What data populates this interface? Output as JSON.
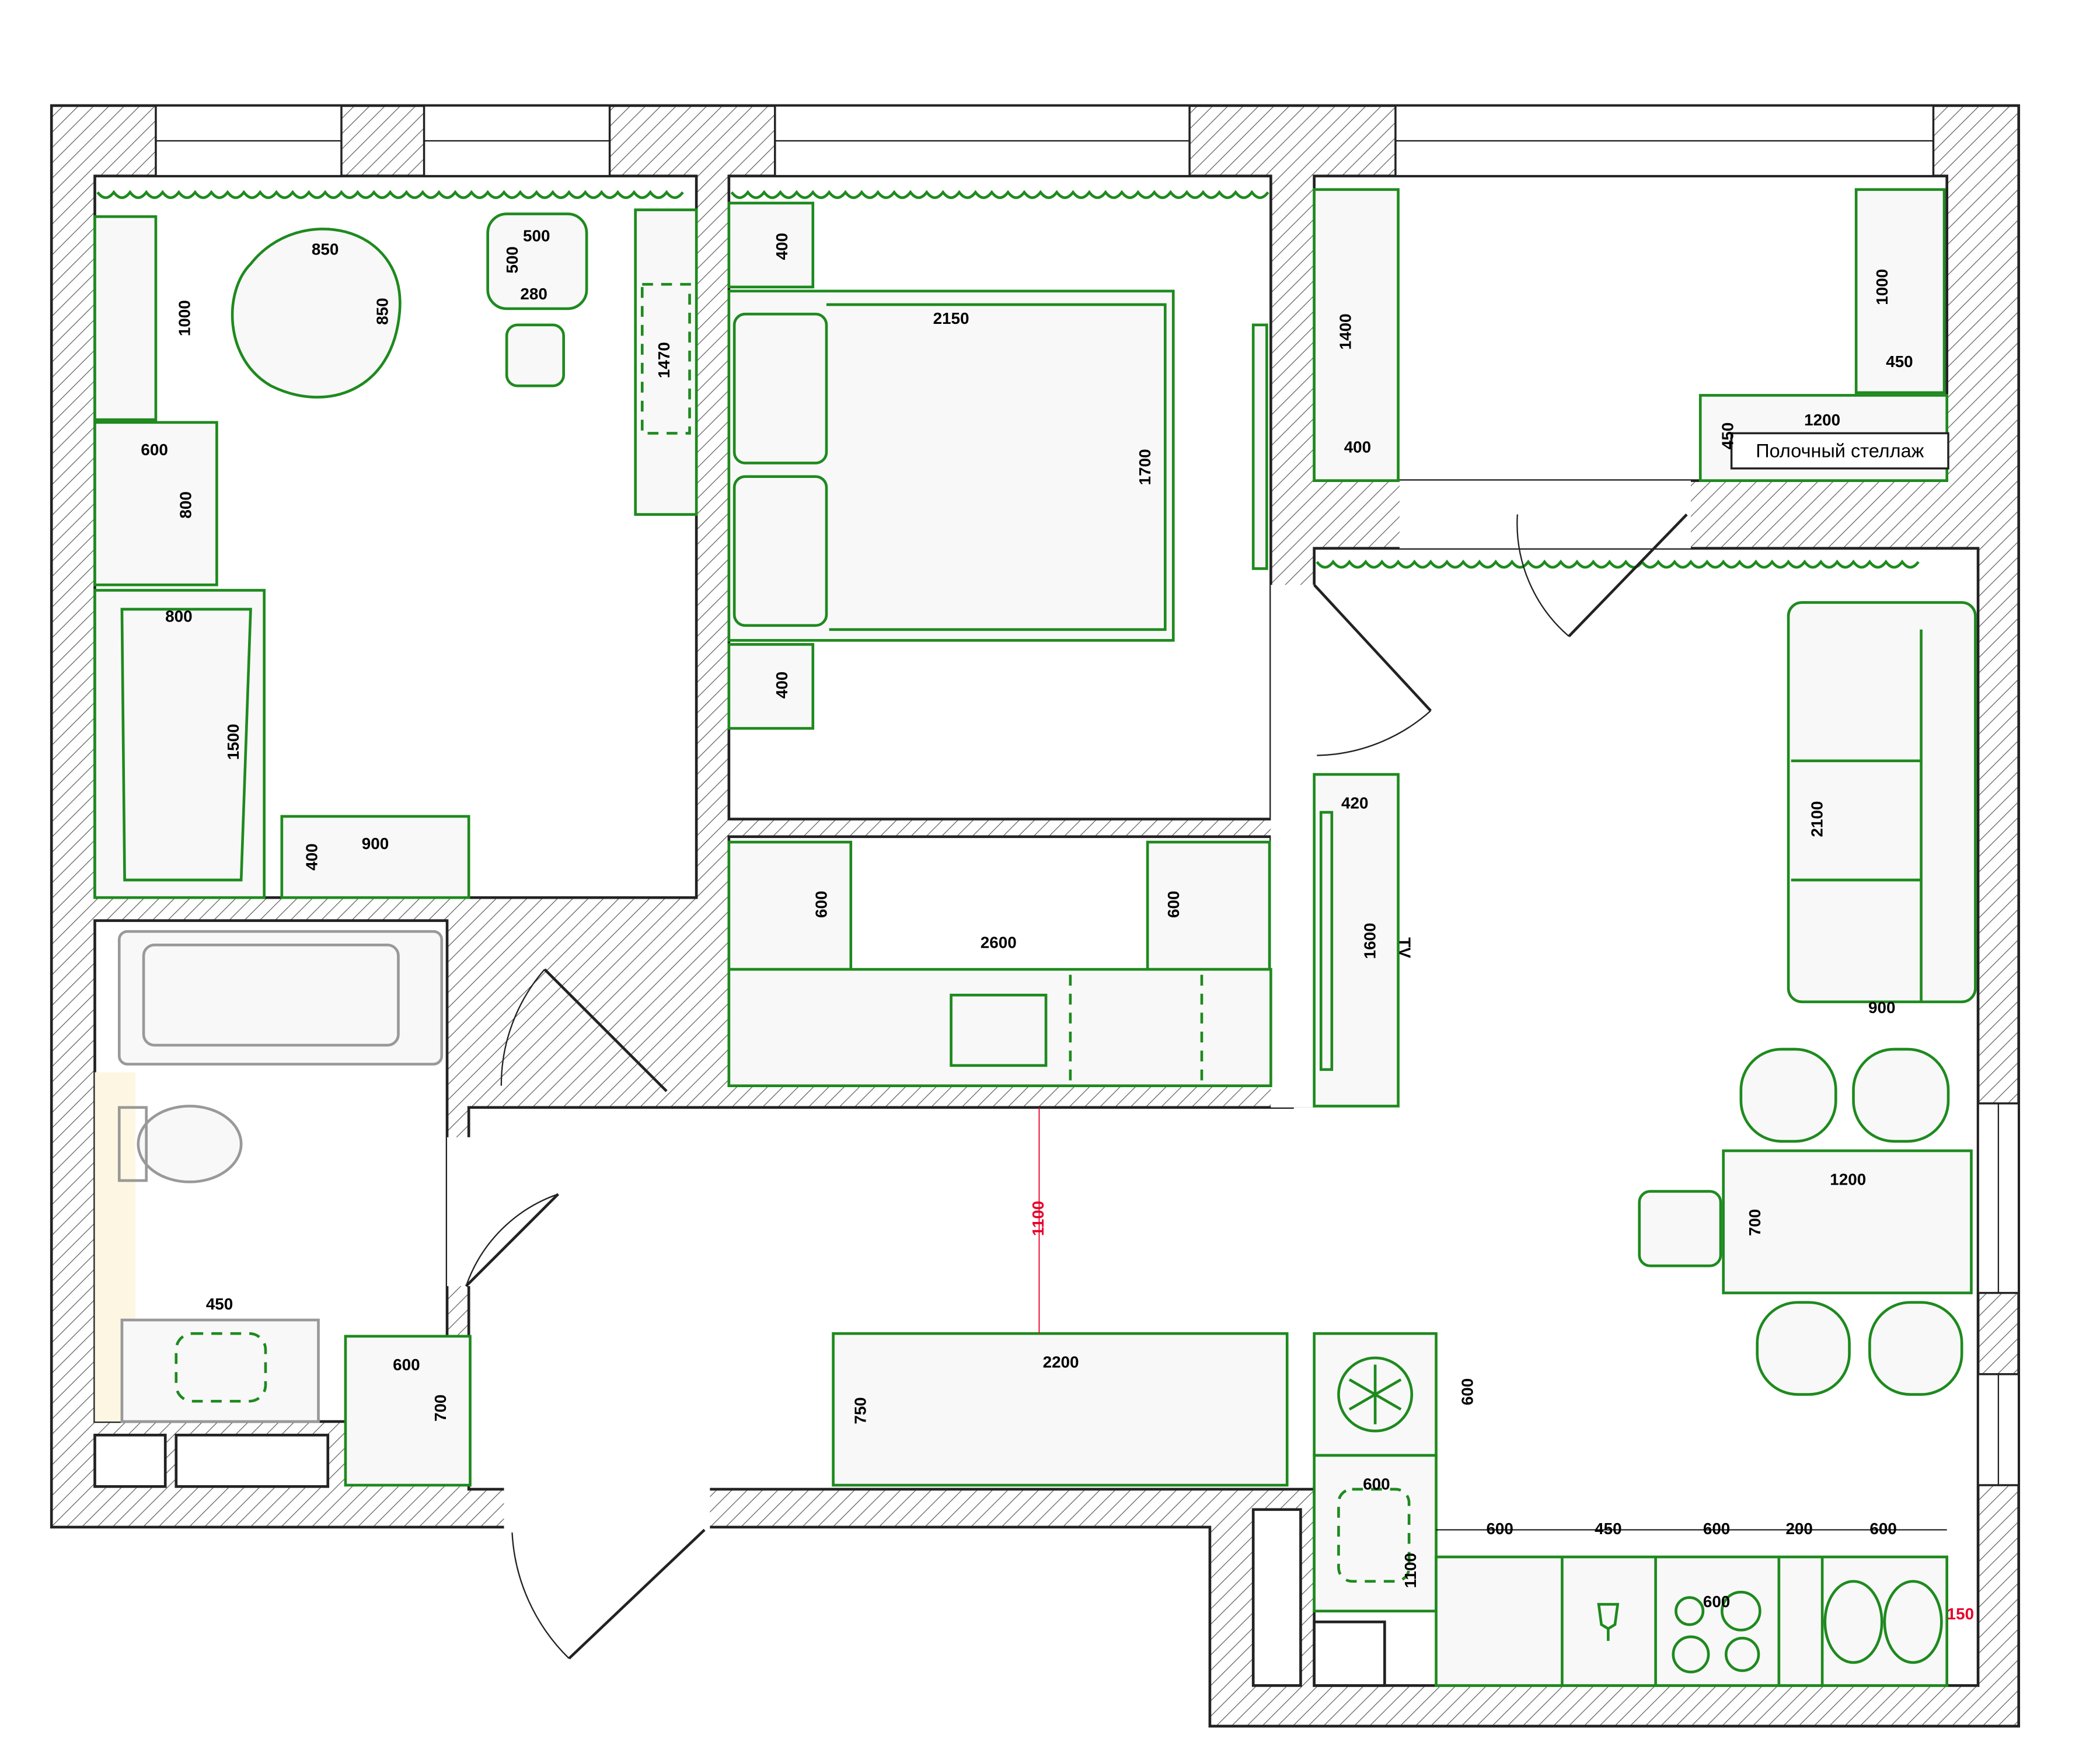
{
  "colors": {
    "furniture": "#1e8a1e",
    "wall": "#222222",
    "dimension": "#000000",
    "highlight_dimension": "#e8002a",
    "bathroom_accent": "#fdf6e3"
  },
  "icons": [
    "snowflake-icon",
    "wine-glass-icon",
    "microwave-waves-icon",
    "steam-icon"
  ],
  "labels": {
    "pouf_w": "850",
    "pouf_d": "850",
    "chair_w": "500",
    "chair_d": "500",
    "chair_seat": "280",
    "bookshelf_len": "1000",
    "shelving_len": "1470",
    "dresser_w": "600",
    "dresser_d": "800",
    "bed_w": "800",
    "bed_len": "1500",
    "desk_d": "400",
    "desk_w": "900",
    "double_bed_len": "2150",
    "double_bed_w": "1700",
    "nightstand_top": "400",
    "nightstand_bottom": "400",
    "balcony_rack_len": "1400",
    "balcony_rack_d": "400",
    "balcony_right_len": "1000",
    "balcony_right_d": "450",
    "shelf_w": "1200",
    "shelf_d": "450",
    "shelf_name": "Полочный стеллаж",
    "closet_left": "600",
    "closet_w": "2600",
    "closet_right": "600",
    "tv_stand_d": "420",
    "tv_stand_len": "1600",
    "tv": "TV",
    "sofa_len": "2100",
    "sofa_d": "900",
    "passage_width": "1100",
    "table_w": "1200",
    "table_d": "700",
    "wardrobe_w": "2200",
    "wardrobe_d": "750",
    "hall_dresser_w": "600",
    "hall_dresser_d": "700",
    "washbasin_w": "450",
    "fridge": "600",
    "sink_w": "600",
    "sink_run": "1100",
    "kitchen": [
      "600",
      "450",
      "600",
      "200",
      "600"
    ],
    "hob_w": "600",
    "gap": "150"
  }
}
